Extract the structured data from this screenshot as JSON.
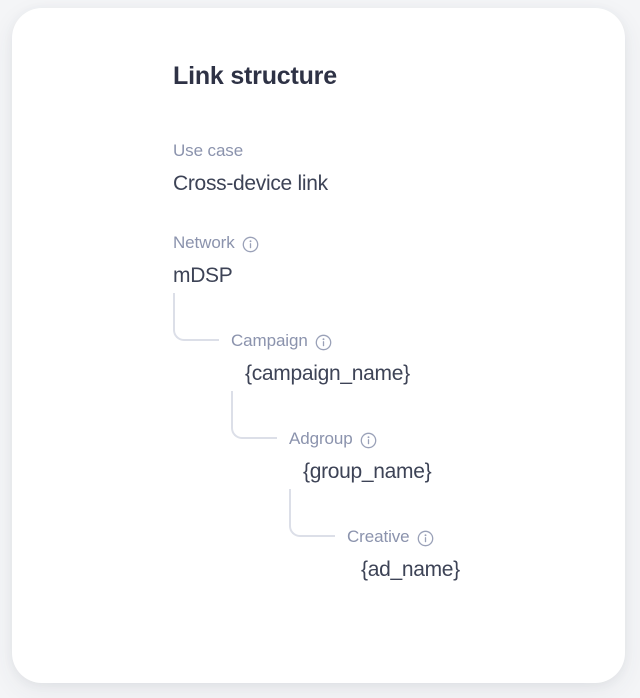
{
  "card": {
    "title": "Link structure"
  },
  "fields": {
    "use_case": {
      "label": "Use case",
      "value": "Cross-device link",
      "has_info": false
    },
    "network": {
      "label": "Network",
      "value": "mDSP",
      "has_info": true,
      "info_icon": "info-circle-icon"
    },
    "campaign": {
      "label": "Campaign",
      "value": "{campaign_name}",
      "has_info": true,
      "info_icon": "info-circle-icon"
    },
    "adgroup": {
      "label": "Adgroup",
      "value": "{group_name}",
      "has_info": true,
      "info_icon": "info-circle-icon"
    },
    "creative": {
      "label": "Creative",
      "value": "{ad_name}",
      "has_info": true,
      "info_icon": "info-circle-icon"
    }
  },
  "colors": {
    "page_background": "#f4f5f7",
    "card_background": "#ffffff",
    "title_text": "#2e3245",
    "label_text": "#8b93ad",
    "value_text": "#3d4356",
    "tree_line": "#dcdfe8",
    "info_icon": "#9aa1b8"
  }
}
